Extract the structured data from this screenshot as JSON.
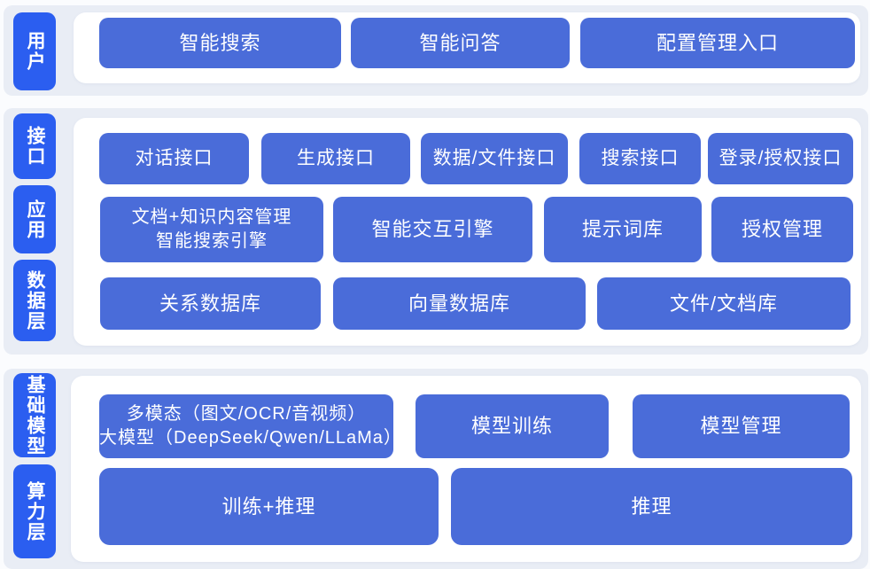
{
  "colors": {
    "layer_label_blue": "#2b5ef0",
    "block_blue": "#4a6cd9",
    "band_background": "#e9edf5",
    "panel_background": "#ffffff",
    "text_white": "#ffffff"
  },
  "layers": {
    "user": "用户",
    "interface": "接口",
    "application": "应用",
    "data_layer": "数据层",
    "foundation_model": "基础模型",
    "compute_layer": "算力层"
  },
  "blocks": {
    "user_row": {
      "smart_search": "智能搜索",
      "smart_qa": "智能问答",
      "config_entry": "配置管理入口"
    },
    "interface_row": {
      "dialog_api": "对话接口",
      "generate_api": "生成接口",
      "data_file_api": "数据/文件接口",
      "search_api": "搜索接口",
      "login_auth_api": "登录/授权接口"
    },
    "application_row": {
      "doc_knowledge": "文档+知识内容管理\n智能搜索引擎",
      "interaction_engine": "智能交互引擎",
      "prompt_library": "提示词库",
      "auth_management": "授权管理"
    },
    "data_row": {
      "relational_db": "关系数据库",
      "vector_db": "向量数据库",
      "file_doc_library": "文件/文档库"
    },
    "model_row": {
      "multimodal_llm": "多模态（图文/OCR/音视频）\n大模型（DeepSeek/Qwen/LLaMa）",
      "model_training": "模型训练",
      "model_management": "模型管理"
    },
    "compute_row": {
      "train_inference": "训练+推理",
      "inference": "推理"
    }
  }
}
